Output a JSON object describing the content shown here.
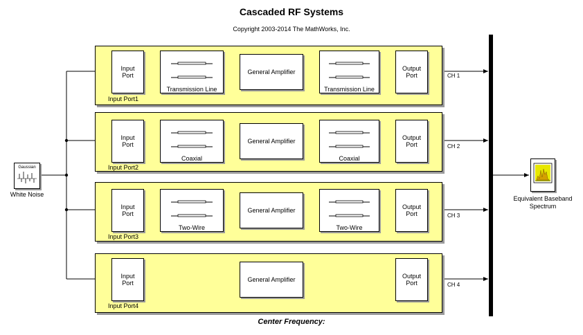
{
  "title": "Cascaded RF Systems",
  "copyright": "Copyright 2003-2014 The MathWorks, Inc.",
  "footer": "Center Frequency:",
  "source": {
    "label": "White Noise",
    "icon_text": "Gaussian"
  },
  "scope": {
    "label_line1": "Equivalent Baseband",
    "label_line2": "Spectrum"
  },
  "rows": [
    {
      "input_port": "Input\nPort",
      "input_label": "Input  Port1",
      "left_line": "Transmission Line",
      "amp": "General Amplifier",
      "right_line": "Transmission Line",
      "output_port": "Output\nPort",
      "channel": "CH 1"
    },
    {
      "input_port": "Input\nPort",
      "input_label": "Input  Port2",
      "left_line": "Coaxial",
      "amp": "General Amplifier",
      "right_line": "Coaxial",
      "output_port": "Output\nPort",
      "channel": "CH 2"
    },
    {
      "input_port": "Input\nPort",
      "input_label": "Input  Port3",
      "left_line": "Two-Wire",
      "amp": "General Amplifier",
      "right_line": "Two-Wire",
      "output_port": "Output\nPort",
      "channel": "CH 3"
    },
    {
      "input_port": "Input\nPort",
      "input_label": "Input  Port4",
      "amp": "General Amplifier",
      "output_port": "Output\nPort",
      "channel": "CH 4"
    }
  ]
}
